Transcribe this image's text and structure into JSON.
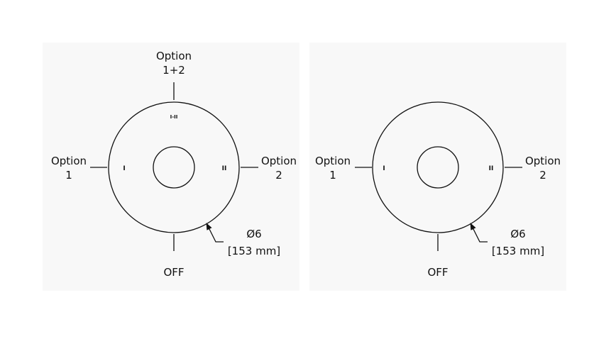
{
  "diagrams": [
    {
      "label_top_line1": "Option",
      "label_top_line2": "1+2",
      "label_left_line1": "Option",
      "label_left_line2": "1",
      "label_right_line1": "Option",
      "label_right_line2": "2",
      "label_bottom": "OFF",
      "mark_top": "I-II",
      "mark_left": "I",
      "mark_right": "II",
      "diameter_symbol": "Ø6",
      "diameter_metric": "[153 mm]"
    },
    {
      "label_left_line1": "Option",
      "label_left_line2": "1",
      "label_right_line1": "Option",
      "label_right_line2": "2",
      "label_bottom": "OFF",
      "mark_left": "I",
      "mark_right": "II",
      "diameter_symbol": "Ø6",
      "diameter_metric": "[153 mm]"
    }
  ],
  "colors": {
    "line": "#111111",
    "background": "#f8f8f8"
  }
}
